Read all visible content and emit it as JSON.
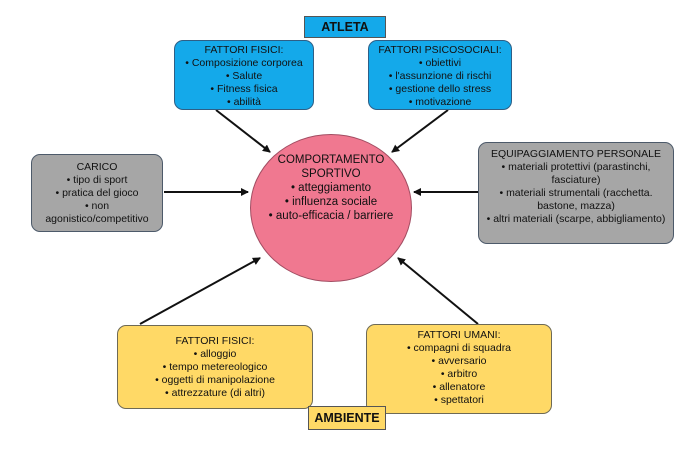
{
  "atleta_label": "ATLETA",
  "ambiente_label": "AMBIENTE",
  "center": {
    "title": "COMPORTAMENTO SPORTIVO",
    "items": [
      "atteggiamento",
      "influenza sociale",
      "auto-efficacia / barriere"
    ]
  },
  "fattori_fisici_atleta": {
    "title": "FATTORI FISICI:",
    "items": [
      "Composizione corporea",
      "Salute",
      "Fitness fisica",
      "abilità"
    ]
  },
  "fattori_psicosociali": {
    "title": "FATTORI PSICOSOCIALI:",
    "items": [
      "obiettivi",
      "l'assunzione di rischi",
      "gestione dello stress",
      "motivazione"
    ]
  },
  "carico": {
    "title": "CARICO",
    "items": [
      "tipo di sport",
      "pratica del gioco",
      "non agonistico/competitivo"
    ]
  },
  "equipaggiamento": {
    "title": "EQUIPAGGIAMENTO PERSONALE",
    "items": [
      "materiali protettivi (parastinchi, fasciature)",
      "materiali strumentali (racchetta. bastone, mazza)",
      "altri materiali (scarpe, abbigliamento)"
    ]
  },
  "fattori_fisici_ambiente": {
    "title": "FATTORI FISICI:",
    "items": [
      "alloggio",
      "tempo metereologico",
      "oggetti di manipolazione",
      "attrezzature (di altri)"
    ]
  },
  "fattori_umani": {
    "title": "FATTORI UMANI:",
    "items": [
      "compagni di squadra",
      "avversario",
      "arbitro",
      "allenatore",
      "spettatori"
    ]
  },
  "colors": {
    "blue": "#14a9ea",
    "grey": "#a6a6a6",
    "yellow": "#ffd966",
    "pink": "#f07890"
  }
}
